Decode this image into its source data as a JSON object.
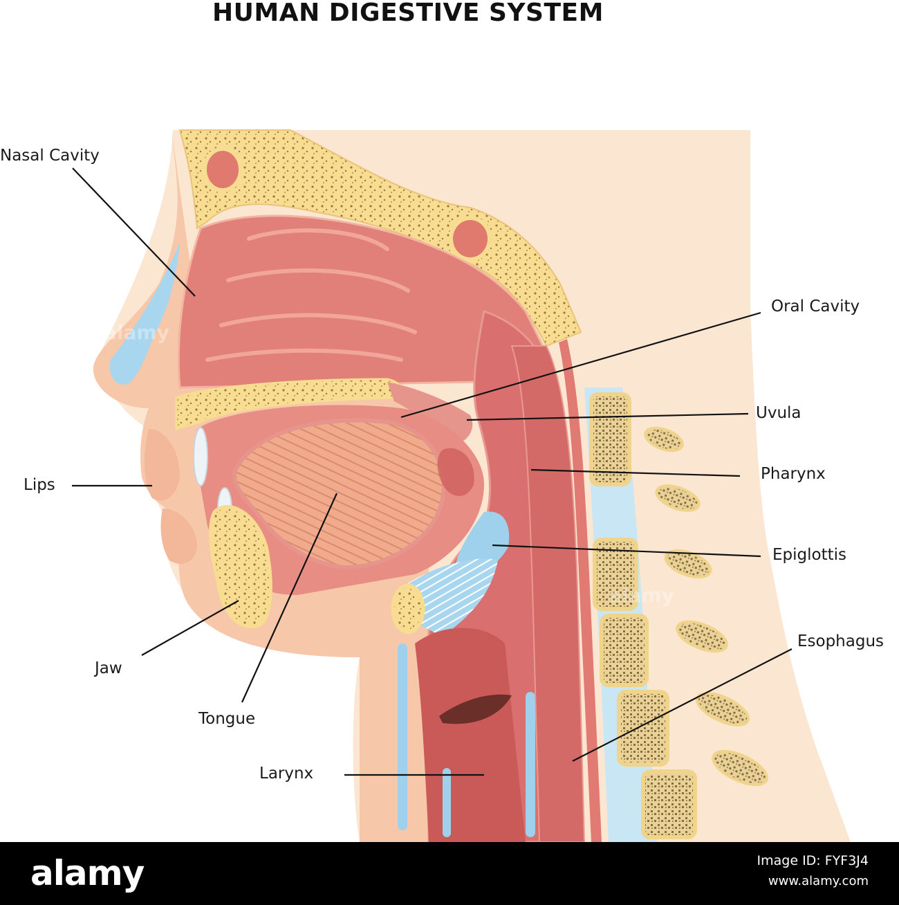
{
  "title": "HUMAN DIGESTIVE SYSTEM",
  "labels": {
    "nasal_cavity": "Nasal Cavity",
    "oral_cavity": "Oral Cavity",
    "uvula": "Uvula",
    "pharynx": "Pharynx",
    "lips": "Lips",
    "epiglottis": "Epiglottis",
    "esophagus": "Esophagus",
    "jaw": "Jaw",
    "tongue": "Tongue",
    "larynx": "Larynx"
  },
  "footer": {
    "brand": "alamy",
    "image_id": "Image ID: FYF3J4",
    "site": "www.alamy.com"
  },
  "watermark": "alamy",
  "colors": {
    "skin": "#f6c7a8",
    "background_neck": "#fbe6d2",
    "bone": "#f7dc92",
    "tissue": "#d9706f",
    "tissue_dark": "#c4504f",
    "cartilage_blue": "#9fd0ec",
    "spine_blue": "#c9e6f5",
    "leader_line": "#111111",
    "footer_bg": "#000000"
  }
}
